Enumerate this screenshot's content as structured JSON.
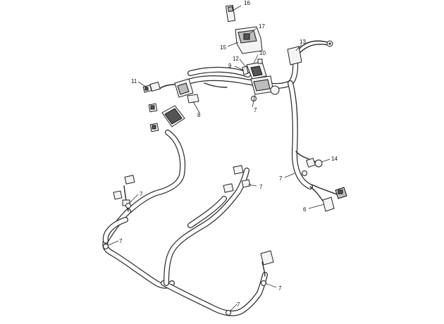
{
  "callouts": [
    {
      "id": "c16",
      "label": "16"
    },
    {
      "id": "c17",
      "label": "17"
    },
    {
      "id": "c15",
      "label": "15"
    },
    {
      "id": "c13",
      "label": "13"
    },
    {
      "id": "c10",
      "label": "10"
    },
    {
      "id": "c12",
      "label": "12"
    },
    {
      "id": "c9",
      "label": "9"
    },
    {
      "id": "c11",
      "label": "11"
    },
    {
      "id": "c8",
      "label": "8"
    },
    {
      "id": "c7a",
      "label": "7"
    },
    {
      "id": "c14",
      "label": "14"
    },
    {
      "id": "c7b",
      "label": "7"
    },
    {
      "id": "c6",
      "label": "6"
    },
    {
      "id": "c7c",
      "label": "7"
    },
    {
      "id": "c7d",
      "label": "7"
    },
    {
      "id": "c7e",
      "label": "7"
    },
    {
      "id": "c7f",
      "label": "7"
    },
    {
      "id": "c7g",
      "label": "7"
    }
  ]
}
